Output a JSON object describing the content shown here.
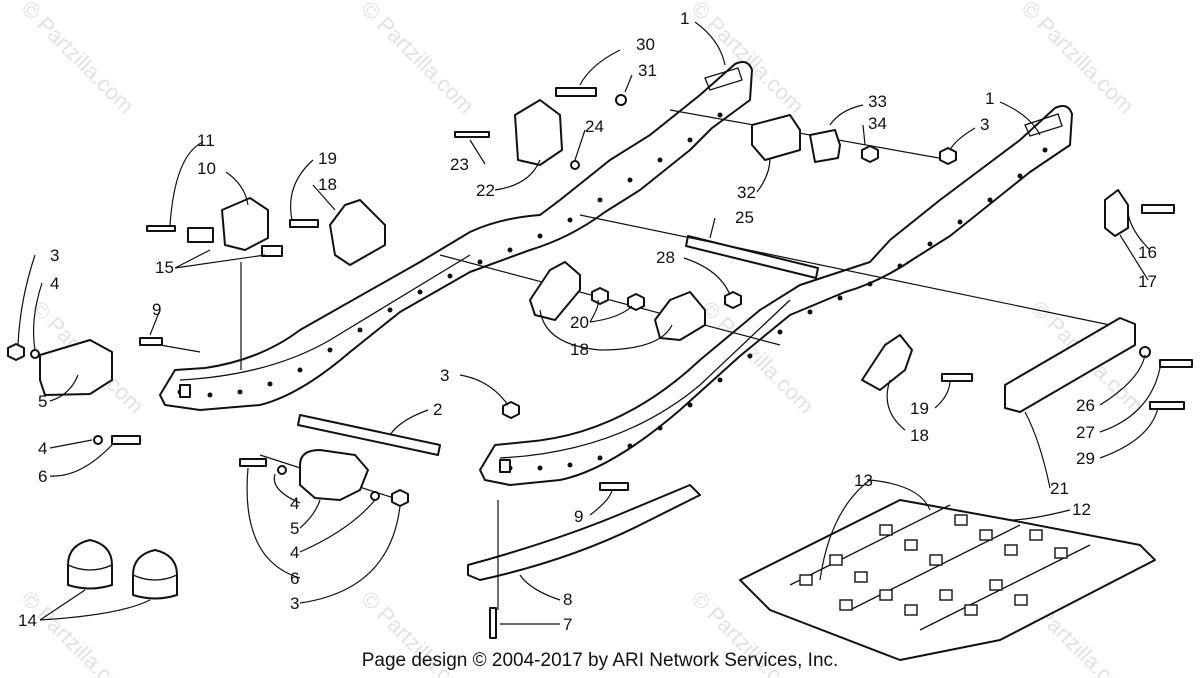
{
  "watermark": "© Partzilla.com",
  "footer": "Page design © 2004-2017 by ARI Network Services, Inc.",
  "callouts": [
    "1",
    "30",
    "31",
    "1",
    "33",
    "34",
    "3",
    "24",
    "23",
    "22",
    "32",
    "25",
    "11",
    "10",
    "19",
    "18",
    "15",
    "16",
    "17",
    "28",
    "3",
    "4",
    "9",
    "20",
    "18",
    "5",
    "3",
    "2",
    "19",
    "26",
    "18",
    "27",
    "4",
    "6",
    "29",
    "21",
    "4",
    "5",
    "4",
    "6",
    "9",
    "3",
    "13",
    "12",
    "14",
    "8",
    "7"
  ]
}
